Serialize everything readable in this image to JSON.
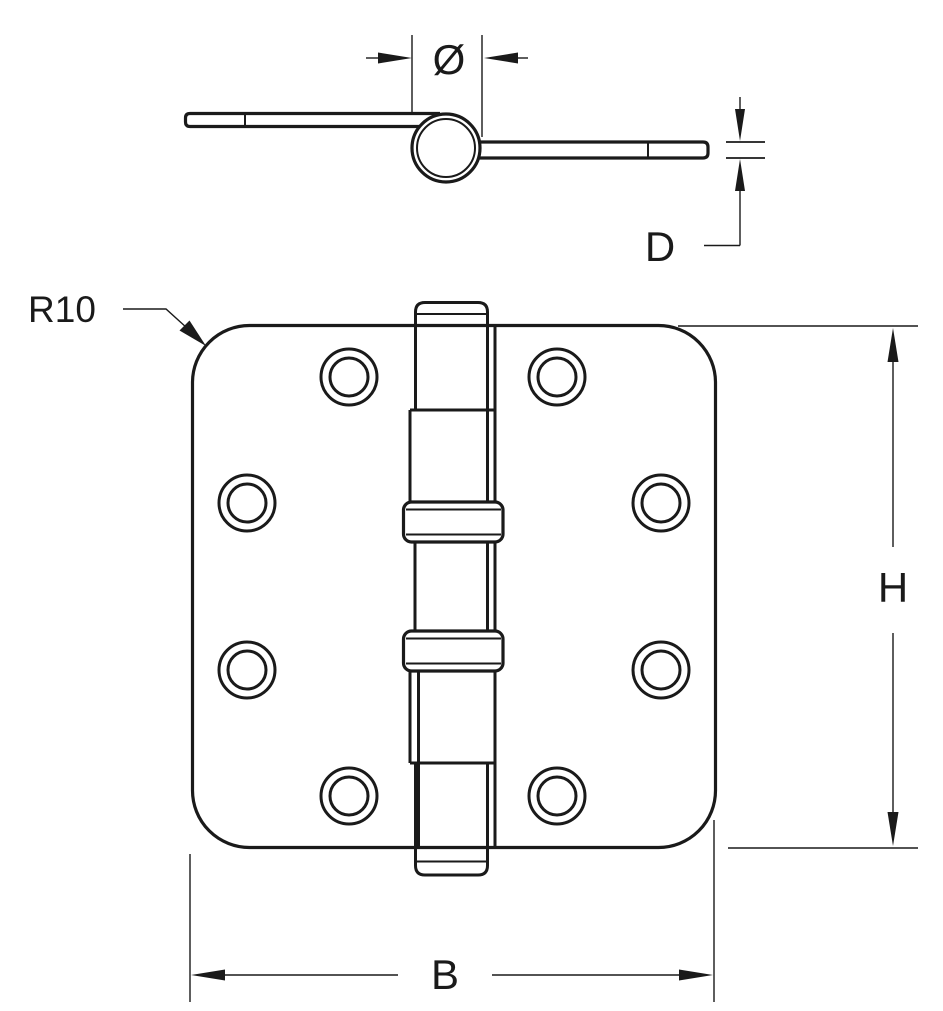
{
  "page": {
    "background": "#ffffff",
    "line_color": "#1a1a1a"
  },
  "drawing": {
    "labels": {
      "pin_diameter": "Ø",
      "leaf_thickness": "D",
      "corner_radius": "R10",
      "plate_height": "H",
      "plate_width": "B"
    }
  }
}
